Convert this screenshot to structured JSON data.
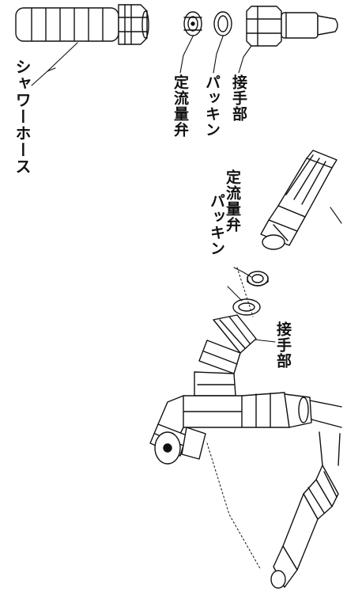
{
  "labels": {
    "shower_hose": "シャワーホース",
    "flow_valve_top": "定流量弁",
    "packing_top": "パッキン",
    "joint_top": "接手部",
    "flow_valve_mid": "定流量弁",
    "packing_mid": "パッキン",
    "joint_mid": "接手部"
  },
  "colors": {
    "ink": "#111111",
    "background": "#ffffff"
  }
}
